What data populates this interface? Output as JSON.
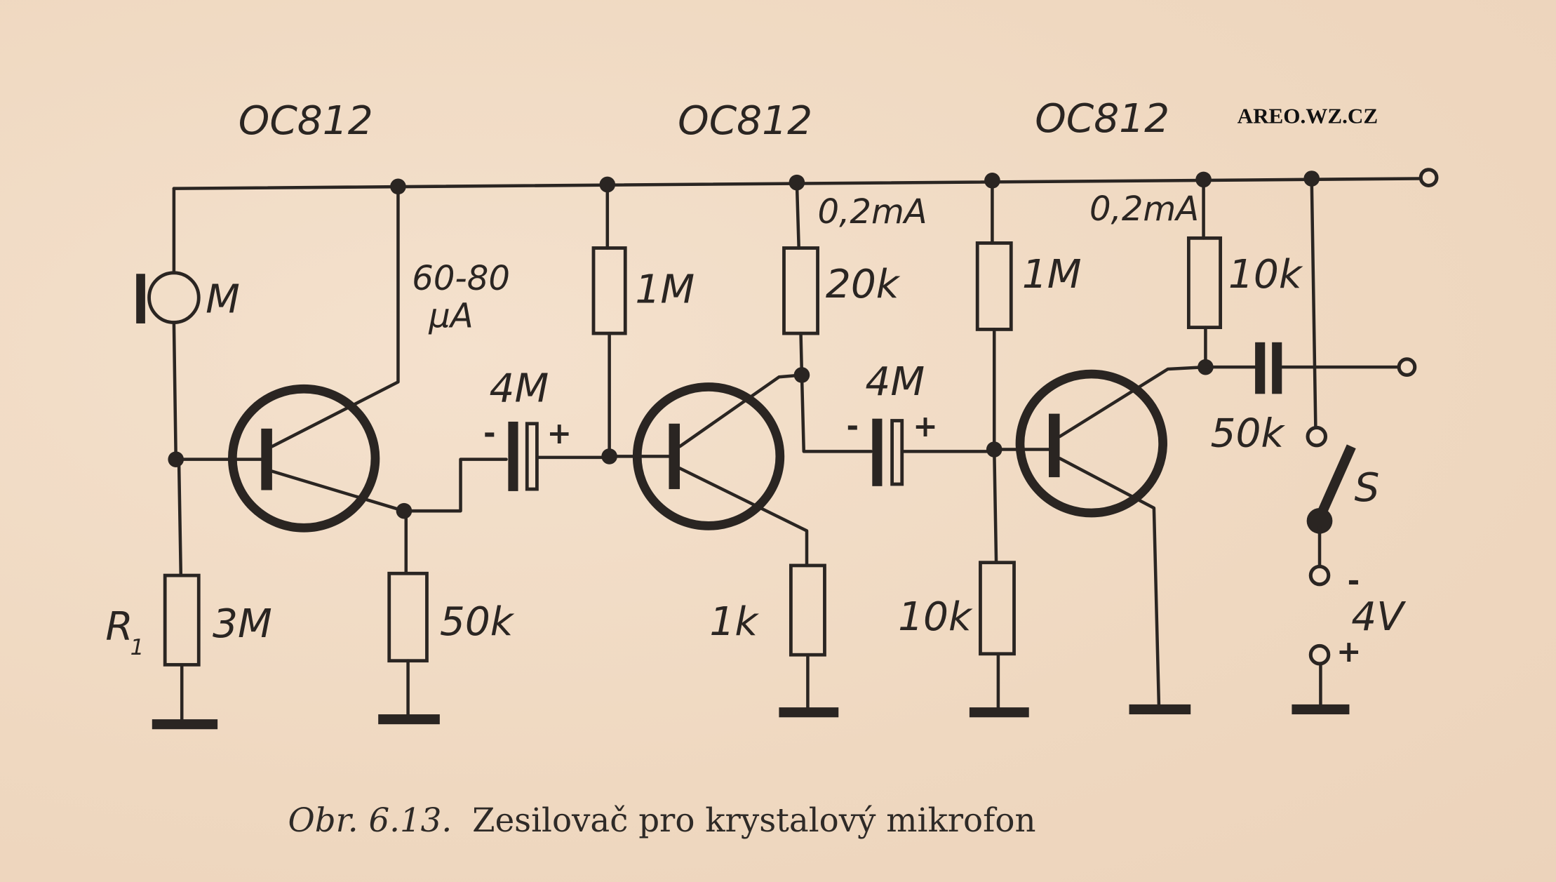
{
  "watermark": "AREO.WZ.CZ",
  "caption": {
    "prefix": "Obr. 6.13.",
    "text": "Zesilovač pro krystalový mikrofon"
  },
  "colors": {
    "paper": "#f1dcc6",
    "ink": "#2a2522"
  },
  "transistors": [
    {
      "id": "T1",
      "type": "OC812"
    },
    {
      "id": "T2",
      "type": "OC812"
    },
    {
      "id": "T3",
      "type": "OC812"
    }
  ],
  "microphone": {
    "label": "M"
  },
  "resistors": {
    "r1": {
      "designator": "R",
      "sub": "1",
      "value": "3M"
    },
    "re1": {
      "value": "50k"
    },
    "rb2": {
      "value": "1M"
    },
    "rc2": {
      "value": "20k"
    },
    "re2": {
      "value": "1k"
    },
    "rb3": {
      "value": "1M"
    },
    "re3": {
      "value": "10k"
    },
    "rc3": {
      "value": "10k"
    }
  },
  "capacitors": {
    "c1": {
      "value": "4M",
      "minus": "-",
      "plus": "+"
    },
    "c2": {
      "value": "4M",
      "minus": "-",
      "plus": "+"
    },
    "c3": {
      "value": "50k"
    }
  },
  "currents": {
    "t1_collector": {
      "line1": "60-80",
      "line2": "μA"
    },
    "t2_collector": "0,2mA",
    "t3_collector": "0,2mA"
  },
  "switch": {
    "label": "S"
  },
  "battery": {
    "minus": "-",
    "voltage": "4V",
    "plus": "+"
  }
}
